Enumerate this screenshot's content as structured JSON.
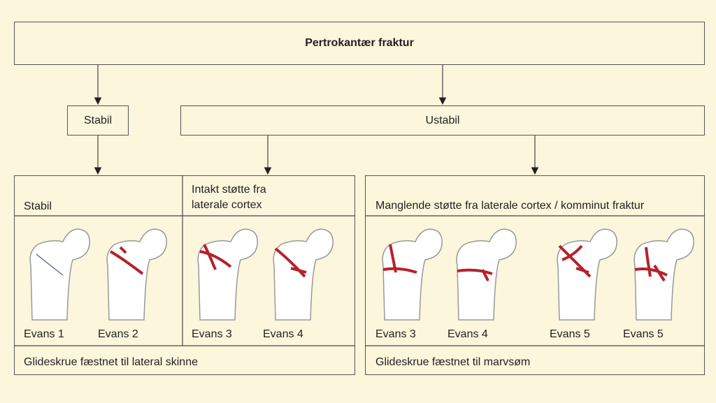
{
  "root": {
    "label": "Pertrokantær fraktur"
  },
  "level2": {
    "stable": "Stabil",
    "unstable": "Ustabil"
  },
  "left_panel": {
    "col1_header": "Stabil",
    "col2_header_line1": "Intakt støtte fra",
    "col2_header_line2": "laterale cortex",
    "captions": [
      "Evans 1",
      "Evans 2",
      "Evans 3",
      "Evans 4"
    ],
    "footer": "Glideskrue fæstnet til lateral skinne"
  },
  "right_panel": {
    "header": "Manglende støtte fra laterale cortex / komminut fraktur",
    "captions": [
      "Evans 3",
      "Evans 4",
      "Evans 5",
      "Evans 5"
    ],
    "footer": "Glideskrue fæstnet til marvsøm"
  },
  "colors": {
    "background": "#fbf6dc",
    "fracture": "#b5222b",
    "border": "#555555"
  }
}
